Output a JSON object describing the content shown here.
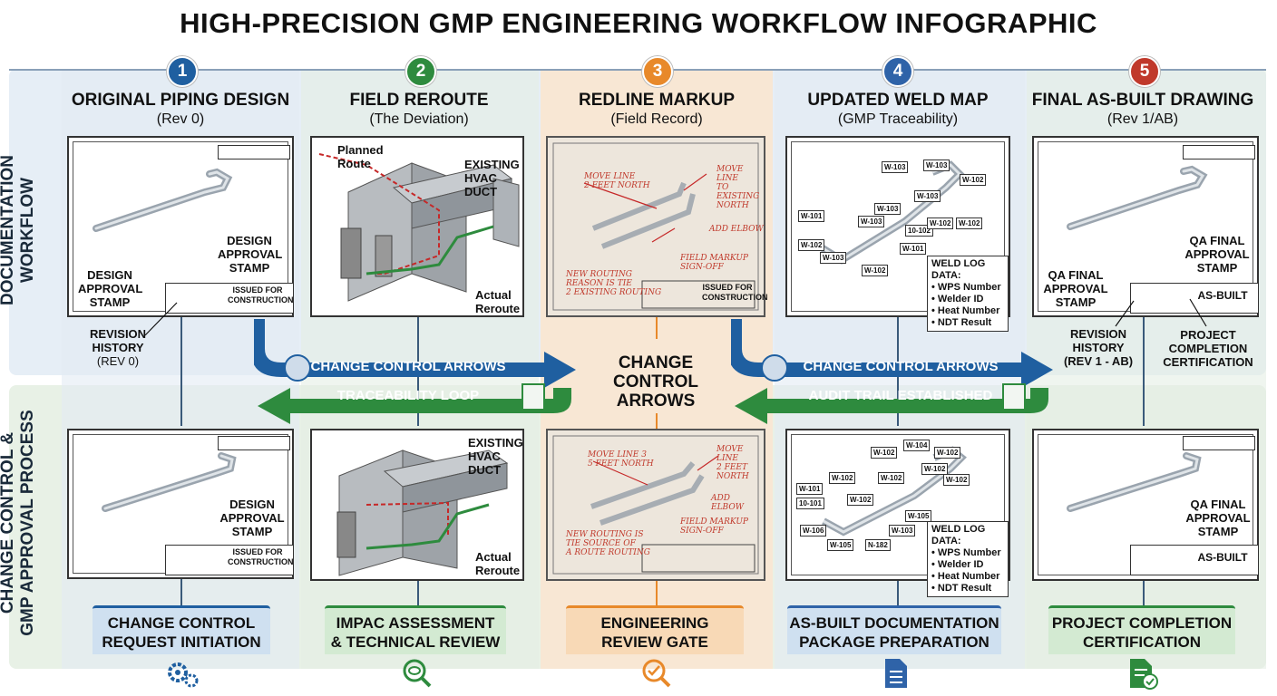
{
  "title": "HIGH-PRECISION GMP ENGINEERING WORKFLOW INFOGRAPHIC",
  "row_labels": {
    "top": [
      "DOCUMENTATION",
      "WORKFLOW"
    ],
    "bottom": [
      "CHANGE CONTROL &",
      "GMP APPROVAL PROCESS"
    ]
  },
  "steps": [
    {
      "num": "1",
      "title": "ORIGINAL PIPING DESIGN",
      "sub": "(Rev 0)",
      "color": "#1f5fa0",
      "bottom": [
        "CHANGE CONTROL",
        "REQUEST INITIATION"
      ],
      "bottom_color": "#cfe0f0",
      "bottom_accent": "#1f5fa0",
      "icon": "gears-icon"
    },
    {
      "num": "2",
      "title": "FIELD REROUTE",
      "sub": "(The Deviation)",
      "color": "#2e8b3e",
      "bottom": [
        "IMPAC ASSESSMENT",
        "& TECHNICAL REVIEW"
      ],
      "bottom_color": "#d3ead2",
      "bottom_accent": "#2e8b3e",
      "icon": "magnifier-eye-icon"
    },
    {
      "num": "3",
      "title": "REDLINE MARKUP",
      "sub": "(Field Record)",
      "color": "#e8892a",
      "bottom": [
        "ENGINEERING",
        "REVIEW GATE"
      ],
      "bottom_color": "#f8d9b6",
      "bottom_accent": "#e8892a",
      "icon": "magnifier-check-icon"
    },
    {
      "num": "4",
      "title": "UPDATED WELD MAP",
      "sub": "(GMP Traceability)",
      "color": "#2f63a8",
      "bottom": [
        "AS-BUILT DOCUMENTATION",
        "PACKAGE PREPARATION"
      ],
      "bottom_color": "#cfe0f0",
      "bottom_accent": "#2f63a8",
      "icon": "document-icon"
    },
    {
      "num": "5",
      "title": "FINAL AS-BUILT DRAWING",
      "sub": "(Rev 1/AB)",
      "color": "#c0392b",
      "bottom": [
        "PROJECT COMPLETION",
        "CERTIFICATION"
      ],
      "bottom_color": "#d3ead2",
      "bottom_accent": "#2e8b3e",
      "icon": "document-check-icon"
    }
  ],
  "labels": {
    "design_stamp_a": [
      "DESIGN",
      "APPROVAL",
      "STAMP"
    ],
    "design_stamp_b": [
      "DESIGN",
      "APPROVAL",
      "STAMP"
    ],
    "design_stamp_c": [
      "DESIGN",
      "APPROVAL",
      "STAMP"
    ],
    "issued": [
      "ISSUED FOR",
      "CONSTRUCTION"
    ],
    "revision_history_1": [
      "REVISION",
      "HISTORY"
    ],
    "rev0": "(REV 0)",
    "planned_route": [
      "Planned",
      "Route"
    ],
    "existing_hvac": [
      "EXISTING",
      "HVAC DUCT"
    ],
    "actual_reroute": [
      "Actual",
      "Reroute"
    ],
    "qa_final": [
      "QA FINAL",
      "APPROVAL",
      "STAMP"
    ],
    "as_built": "AS-BUILT",
    "revision_history_5": [
      "REVISION",
      "HISTORY"
    ],
    "rev1ab": "(REV 1 - AB)",
    "project_cert": [
      "PROJECT",
      "COMPLETION",
      "CERTIFICATION"
    ],
    "weld_log_title": "WELD LOG DATA:",
    "weld_log_items": [
      "WPS Number",
      "Welder ID",
      "Heat Number",
      "NDT Result"
    ],
    "weld_log_items_b": [
      "WPS Number",
      "Welder ID",
      "Heat Number",
      "NDT Result"
    ]
  },
  "redline": {
    "top": {
      "move1": [
        "MOVE LINE",
        "2 FEET NORTH"
      ],
      "move2": [
        "MOVE LINE",
        "TO EXISTING",
        "NORTH"
      ],
      "elbow": "ADD ELBOW",
      "new": [
        "NEW ROUTING",
        "REASON IS TIE",
        "2 EXISTING ROUTING"
      ],
      "signoff": "FIELD MARKUP SIGN-OFF"
    },
    "bottom": {
      "move1": [
        "MOVE LINE 3",
        "5 FEET NORTH"
      ],
      "move2": [
        "MOVE LINE",
        "2 FEET NORTH"
      ],
      "elbow": "ADD ELBOW",
      "new": [
        "NEW ROUTING IS",
        "TIE SOURCE OF",
        "A ROUTE ROUTING"
      ],
      "signoff": "FIELD MARKUP SIGN-OFF"
    }
  },
  "weld_tags_top": [
    "W-103",
    "W-103",
    "W-102",
    "W-103",
    "W-102",
    "W-101",
    "W-103",
    "W-103",
    "10-102",
    "W-102",
    "W-101",
    "W-103",
    "W-102",
    "W-102"
  ],
  "weld_tags_bot": [
    "W-104",
    "W-102",
    "W-102",
    "W-102",
    "W-102",
    "W-101",
    "W-102",
    "W-102",
    "10-101",
    "W-102",
    "W-105",
    "W-106",
    "W-103",
    "W-105",
    "N-182"
  ],
  "arrows": {
    "top_right_a": "CHANGE CONTROL ARROWS",
    "top_left_a": "TRACEABILITY LOOP",
    "center": [
      "CHANGE",
      "CONTROL",
      "ARROWS"
    ],
    "top_right_b": "CHANGE CONTROL ARROWS",
    "top_left_b": "AUDIT TRAIL ESTABLISHED"
  },
  "colors": {
    "blue": "#1f5fa0",
    "green": "#2e8b3e",
    "orange": "#e8892a",
    "red": "#c0392b",
    "redline": "#c62828"
  }
}
